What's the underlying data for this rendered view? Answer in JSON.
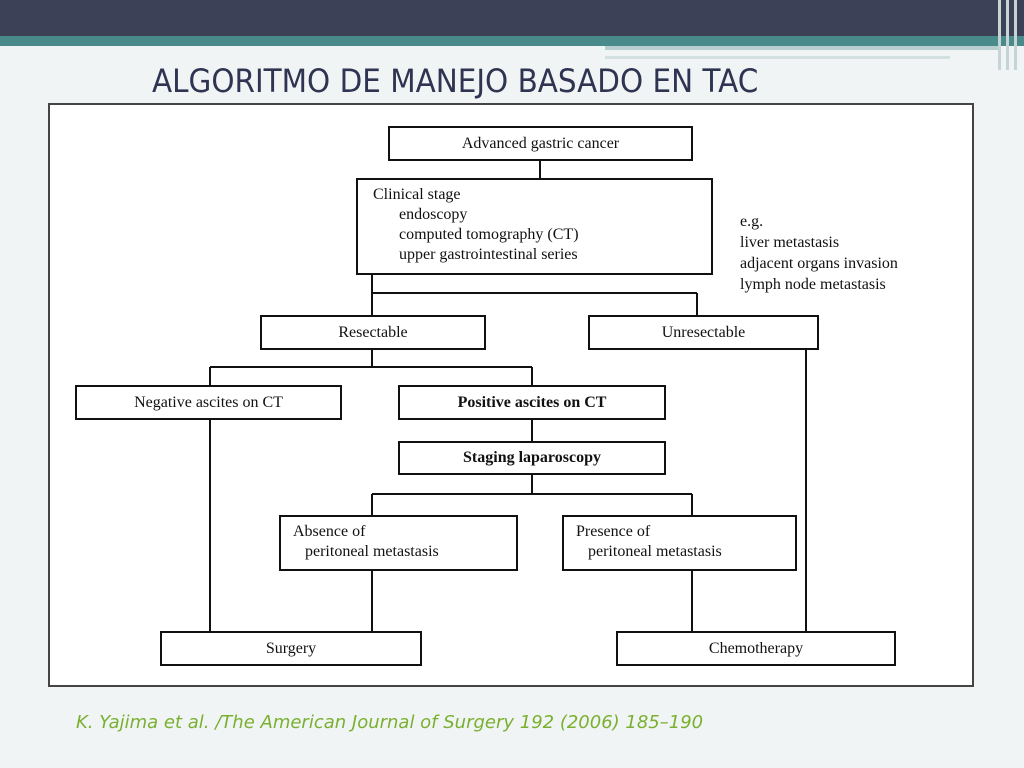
{
  "slide": {
    "title": "ALGORITMO DE MANEJO BASADO EN TAC",
    "citation": "K. Yajima et al. /The American Journal of Surgery 192 (2006) 185–190"
  },
  "flowchart": {
    "nodes": {
      "advanced": "Advanced gastric cancer",
      "clinical_stage": {
        "heading": "Clinical stage",
        "items": [
          "endoscopy",
          "computed tomography (CT)",
          "upper gastrointestinal series"
        ]
      },
      "resectable": "Resectable",
      "unresectable": "Unresectable",
      "negative_ascites": "Negative ascites on CT",
      "positive_ascites": "Positive ascites on CT",
      "staging_laparoscopy": "Staging laparoscopy",
      "absence": [
        "Absence of",
        "peritoneal metastasis"
      ],
      "presence": [
        "Presence of",
        "peritoneal metastasis"
      ],
      "surgery": "Surgery",
      "chemotherapy": "Chemotherapy"
    },
    "note": {
      "heading": "e.g.",
      "items": [
        "liver metastasis",
        "adjacent organs invasion",
        "lymph node metastasis"
      ]
    },
    "edges": [
      [
        "advanced",
        "clinical_stage"
      ],
      [
        "clinical_stage",
        "resectable"
      ],
      [
        "clinical_stage",
        "unresectable"
      ],
      [
        "resectable",
        "negative_ascites"
      ],
      [
        "resectable",
        "positive_ascites"
      ],
      [
        "positive_ascites",
        "staging_laparoscopy"
      ],
      [
        "staging_laparoscopy",
        "absence"
      ],
      [
        "staging_laparoscopy",
        "presence"
      ],
      [
        "negative_ascites",
        "surgery"
      ],
      [
        "absence",
        "surgery"
      ],
      [
        "presence",
        "chemotherapy"
      ],
      [
        "unresectable",
        "chemotherapy"
      ]
    ]
  }
}
